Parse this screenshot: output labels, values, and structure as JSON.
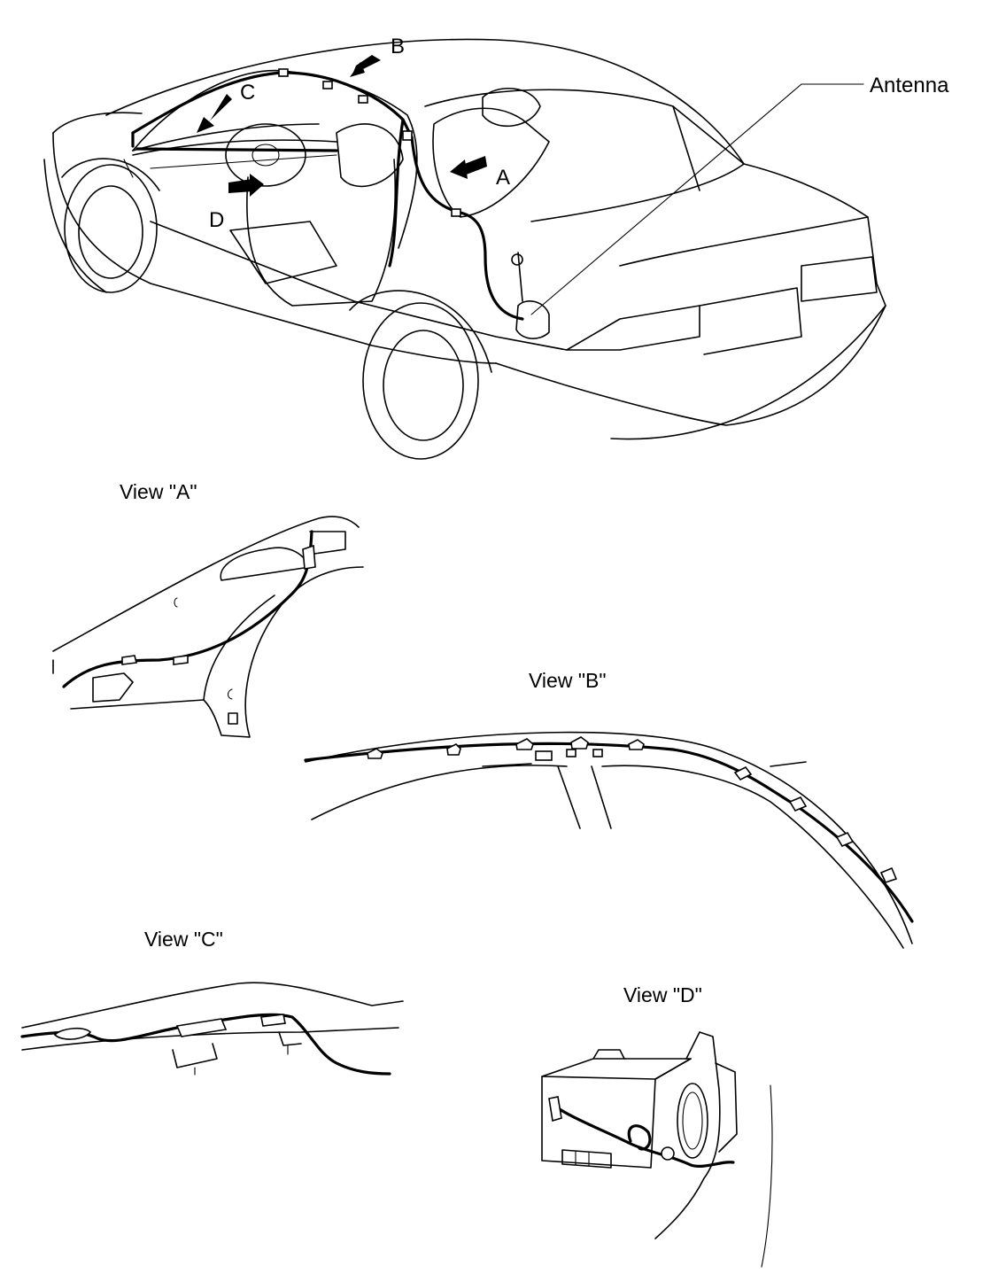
{
  "labels": {
    "antenna": "Antenna",
    "arrow_a": "A",
    "arrow_b": "B",
    "arrow_c": "C",
    "arrow_d": "D",
    "view_a": "View \"A\"",
    "view_b": "View \"B\"",
    "view_c": "View \"C\"",
    "view_d": "View \"D\""
  }
}
